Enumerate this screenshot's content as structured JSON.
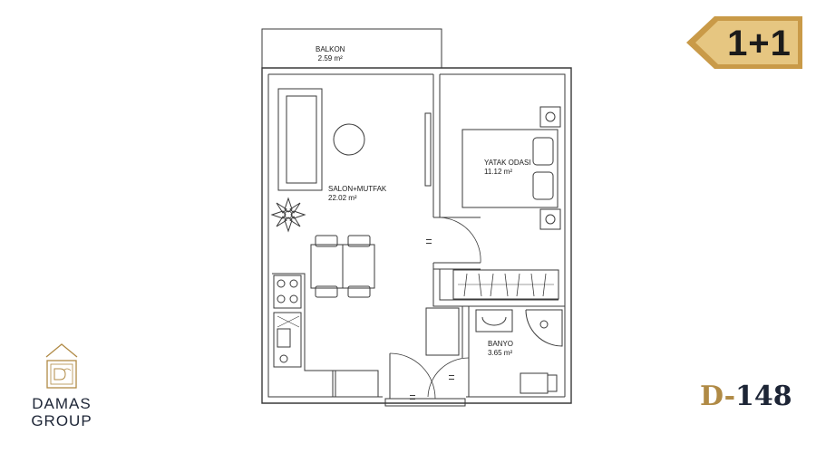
{
  "unit_type": "1+1",
  "unit_code": {
    "prefix": "D-",
    "number": "148"
  },
  "brand": {
    "name": "DAMAS",
    "sub": "GROUP"
  },
  "rooms": {
    "balkon": {
      "name": "BALKON",
      "area": "2.59 m²"
    },
    "salon": {
      "name": "SALON+MUTFAK",
      "area": "22.02 m²"
    },
    "yatak": {
      "name": "YATAK ODASI",
      "area": "11.12 m²"
    },
    "banyo": {
      "name": "BANYO",
      "area": "3.65 m²"
    }
  },
  "colors": {
    "gold": "#b08a45",
    "gold_light": "#e2c48a",
    "navy": "#1d2536",
    "line": "#3a3a3a"
  }
}
